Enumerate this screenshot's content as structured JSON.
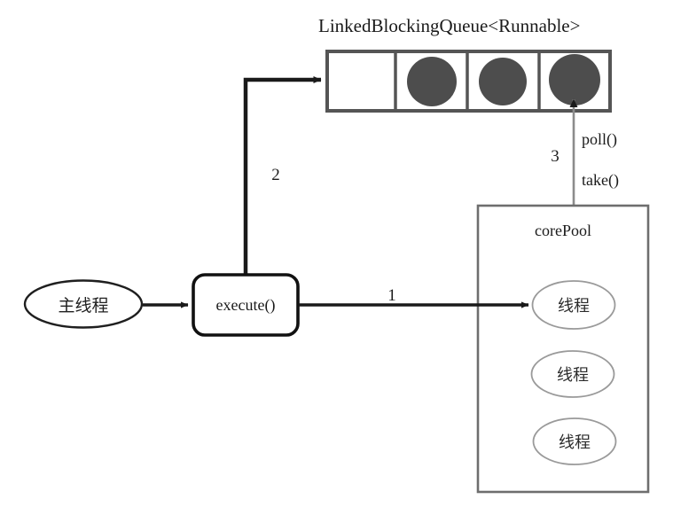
{
  "diagram": {
    "title": "LinkedBlockingQueue<Runnable>",
    "queue": {
      "name": "LinkedBlockingQueue<Runnable>",
      "cells": [
        {
          "filled": false
        },
        {
          "filled": true
        },
        {
          "filled": true
        },
        {
          "filled": true
        }
      ],
      "task_color": "#4d4d4d",
      "border_color": "#555555"
    },
    "main_thread": {
      "label": "主线程"
    },
    "execute_box": {
      "label": "execute()"
    },
    "core_pool": {
      "label": "corePool",
      "threads": [
        {
          "label": "线程"
        },
        {
          "label": "线程"
        },
        {
          "label": "线程"
        }
      ],
      "border_color": "#666666",
      "thread_border_color": "#9a9a9a"
    },
    "flows": [
      {
        "id": "1",
        "number": "1",
        "from": "execute()",
        "to": "线程"
      },
      {
        "id": "2",
        "number": "2",
        "from": "execute()",
        "to": "LinkedBlockingQueue<Runnable>"
      },
      {
        "id": "3",
        "number": "3",
        "from": "线程",
        "to": "LinkedBlockingQueue<Runnable>"
      }
    ],
    "queue_methods": {
      "poll": "poll()",
      "take": "take()"
    },
    "colors": {
      "stroke_black": "#1a1a1a",
      "stroke_gray": "#8c8c8c",
      "background": "#ffffff"
    }
  }
}
